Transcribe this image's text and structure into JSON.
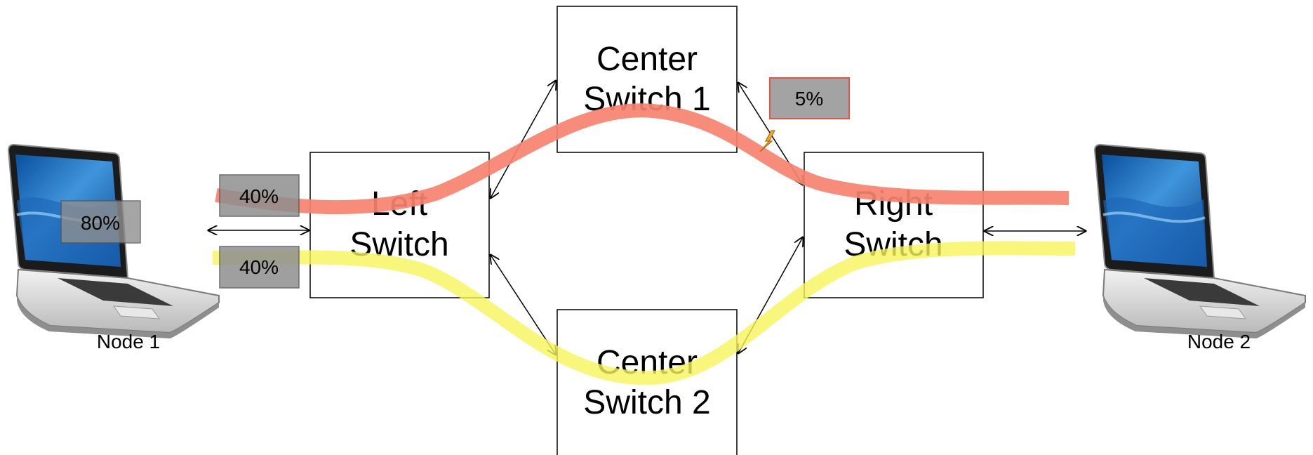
{
  "switches": {
    "left": {
      "line1": "Left",
      "line2": "Switch"
    },
    "center1": {
      "line1": "Center",
      "line2": "Switch 1"
    },
    "center2": {
      "line1": "Center",
      "line2": "Switch 2"
    },
    "right": {
      "line1": "Right",
      "line2": "Switch"
    }
  },
  "nodes": {
    "node1": {
      "label": "Node 1"
    },
    "node2": {
      "label": "Node 2"
    }
  },
  "percentages": {
    "node1_load": "80%",
    "red_path": "40%",
    "yellow_path": "40%",
    "center1_link": "5%"
  },
  "colors": {
    "red_path": "#f7826f",
    "yellow_path": "#f7f55a",
    "label_box": "#a3a3a3",
    "alert_border": "#e3544a",
    "lightning": "#f0a830"
  }
}
